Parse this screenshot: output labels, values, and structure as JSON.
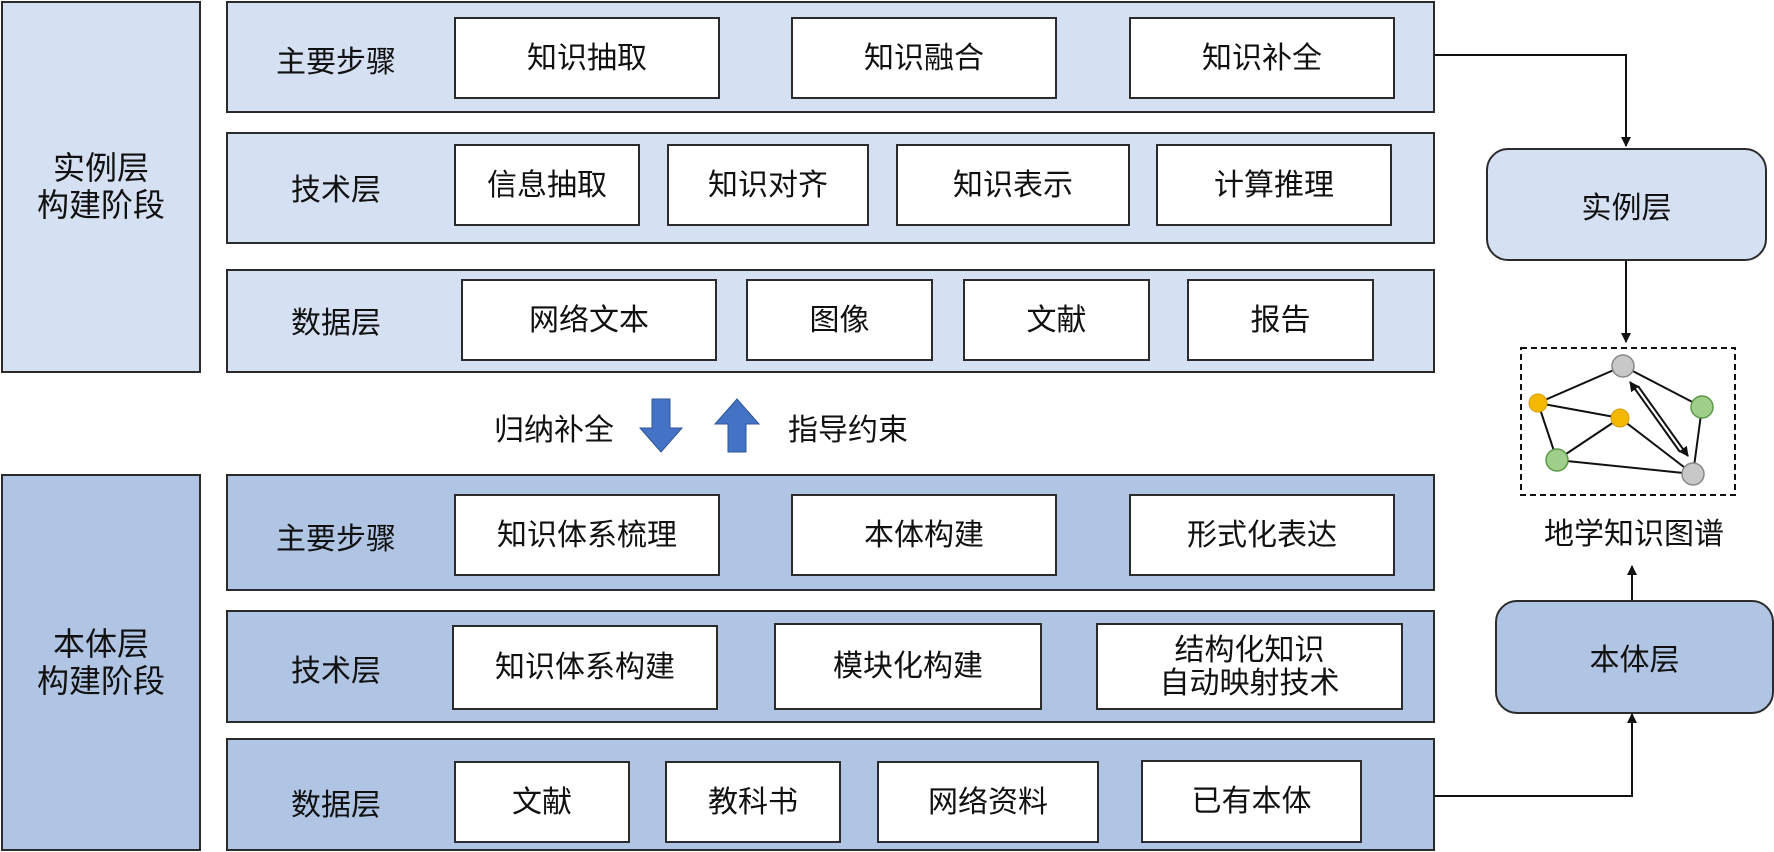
{
  "instance_stage": {
    "title_line1": "实例层",
    "title_line2": "构建阶段",
    "rows": {
      "steps": {
        "label": "主要步骤",
        "items": [
          "知识抽取",
          "知识融合",
          "知识补全"
        ]
      },
      "tech": {
        "label": "技术层",
        "items": [
          "信息抽取",
          "知识对齐",
          "知识表示",
          "计算推理"
        ]
      },
      "data": {
        "label": "数据层",
        "items": [
          "网络文本",
          "图像",
          "文献",
          "报告"
        ]
      }
    }
  },
  "middle": {
    "left_text": "归纳补全",
    "right_text": "指导约束"
  },
  "ontology_stage": {
    "title_line1": "本体层",
    "title_line2": "构建阶段",
    "rows": {
      "steps": {
        "label": "主要步骤",
        "items": [
          "知识体系梳理",
          "本体构建",
          "形式化表达"
        ]
      },
      "tech": {
        "label": "技术层",
        "items": [
          "知识体系构建",
          "模块化构建"
        ],
        "item3_line1": "结构化知识",
        "item3_line2": "自动映射技术"
      },
      "data": {
        "label": "数据层",
        "items": [
          "文献",
          "教科书",
          "网络资料",
          "已有本体"
        ]
      }
    }
  },
  "right": {
    "instance_layer": "实例层",
    "ontology_layer": "本体层",
    "kg_caption": "地学知识图谱"
  },
  "colors": {
    "light_blue": "#d5e0f2",
    "mid_blue": "#b0c4e3",
    "arrow_blue": "#4472c4",
    "node_gray": "#c8c8c8",
    "node_yellow": "#f5b800",
    "node_green": "#9fcf8a"
  }
}
